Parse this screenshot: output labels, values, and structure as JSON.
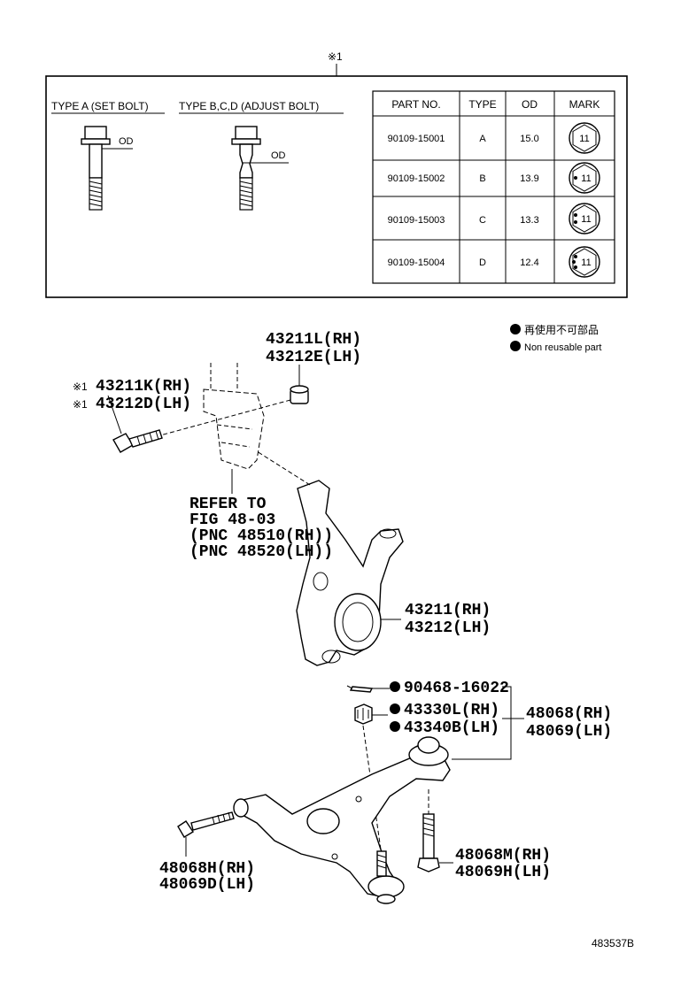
{
  "header_mark": "※1",
  "bolt_types": {
    "type_a_label": "TYPE A (SET BOLT)",
    "type_bcd_label": "TYPE B,C,D (ADJUST BOLT)",
    "od_label": "OD"
  },
  "table": {
    "columns": [
      "PART NO.",
      "TYPE",
      "OD",
      "MARK"
    ],
    "rows": [
      {
        "part_no": "90109-15001",
        "type": "A",
        "od": "15.0",
        "mark": "11"
      },
      {
        "part_no": "90109-15002",
        "type": "B",
        "od": "13.9",
        "mark": "11"
      },
      {
        "part_no": "90109-15003",
        "type": "C",
        "od": "13.3",
        "mark": "11"
      },
      {
        "part_no": "90109-15004",
        "type": "D",
        "od": "12.4",
        "mark": "11"
      }
    ]
  },
  "legend": {
    "jp": "再使用不可部品",
    "en": "Non reusable part"
  },
  "callouts": {
    "nut_rh": "43211L(RH)",
    "nut_lh": "43212E(LH)",
    "bolt_rh": "43211K(RH)",
    "bolt_lh": "43212D(LH)",
    "bolt_mark": "※1",
    "refer1": "REFER TO",
    "refer2": "FIG 48-03",
    "refer3": "(PNC 48510(RH))",
    "refer4": "(PNC 48520(LH))",
    "knuckle_rh": "43211(RH)",
    "knuckle_lh": "43212(LH)",
    "pin": "90468-16022",
    "nut2_rh": "43330L(RH)",
    "nut2_lh": "43340B(LH)",
    "arm_rh": "48068(RH)",
    "arm_lh": "48069(LH)",
    "arm_bolt_front_rh": "48068H(RH)",
    "arm_bolt_front_lh": "48069D(LH)",
    "arm_bolt_rear_rh": "48068M(RH)",
    "arm_bolt_rear_lh": "48069H(LH)"
  },
  "figure_id": "483537B"
}
